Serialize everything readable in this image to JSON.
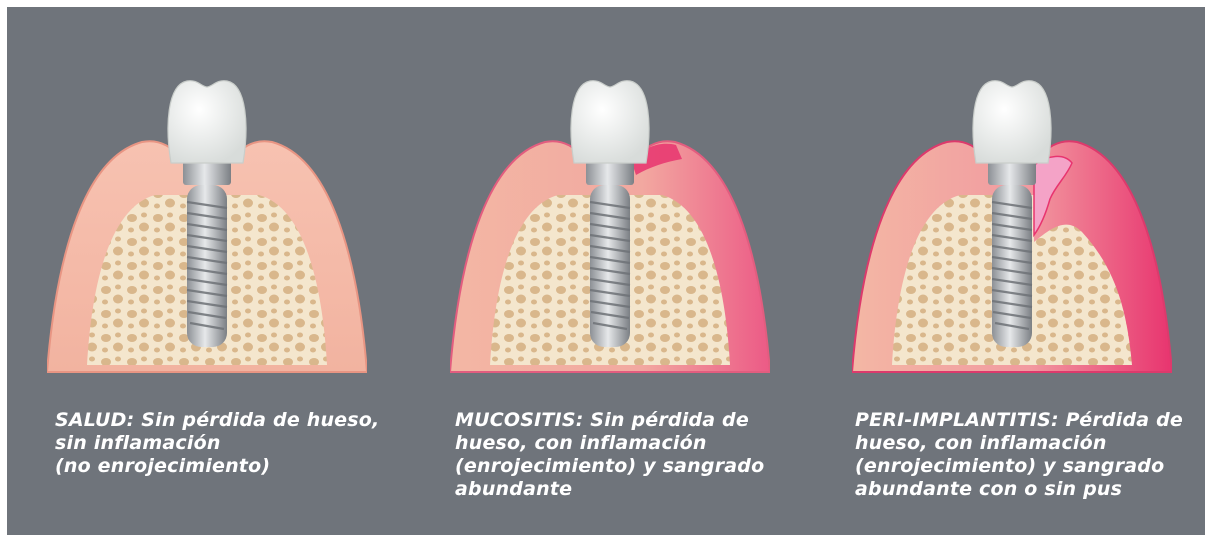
{
  "stages": [
    {
      "lines": [
        "SALUD: Sin pérdida de hueso,",
        "sin inflamación",
        "(no enrojecimiento)"
      ],
      "inflammation": 0,
      "bone_loss": 0
    },
    {
      "lines": [
        "MUCOSITIS: Sin pérdida de",
        "hueso, con inflamación",
        "(enrojecimiento) y sangrado",
        "abundante"
      ],
      "inflammation": 1,
      "bone_loss": 0
    },
    {
      "lines": [
        "PERI-IMPLANTITIS: Pérdida de",
        "hueso, con inflamación",
        "(enrojecimiento) y sangrado",
        "abundante con o sin pus"
      ],
      "inflammation": 1,
      "bone_loss": 1
    }
  ],
  "colors": {
    "background": "#6f747b",
    "gum": "#f2b3a0",
    "gum_edge": "#e89583",
    "inflamed": "#e8346f",
    "bone": "#f4e6cd",
    "trabecula": "#d9b78c",
    "implant": "#b9bcc0",
    "crown": "#f5f6f4"
  }
}
